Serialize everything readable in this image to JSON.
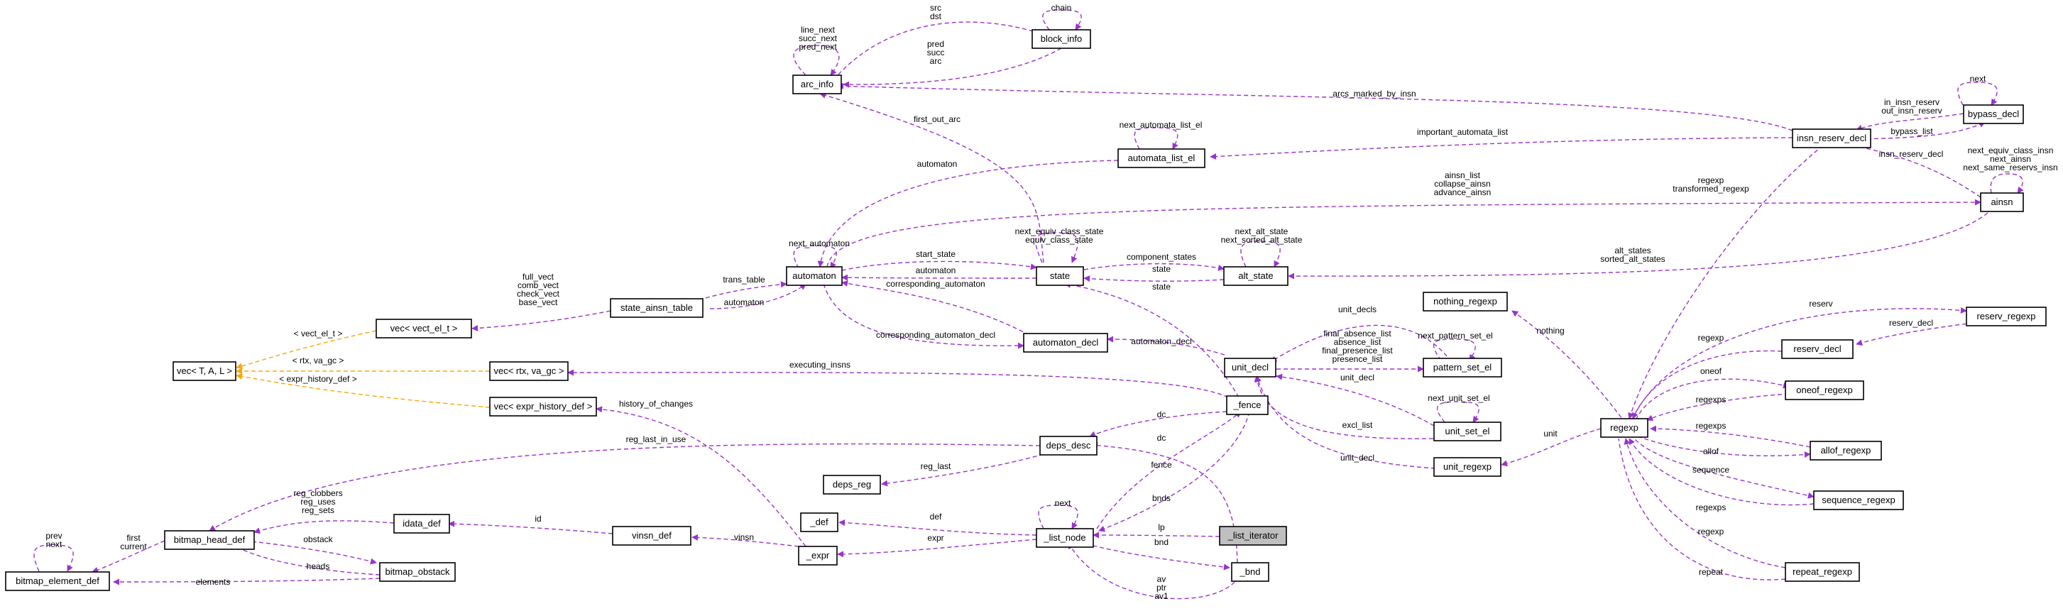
{
  "nodes": {
    "arc_info": "arc_info",
    "block_info": "block_info",
    "bypass_decl": "bypass_decl",
    "insn_reserv_decl": "insn_reserv_decl",
    "automata_list_el": "automata_list_el",
    "ainsn": "ainsn",
    "automaton": "automaton",
    "state": "state",
    "alt_state": "alt_state",
    "state_ainsn_table": "state_ainsn_table",
    "vec_vect": "vec< vect_el_t >",
    "vec_tal": "vec< T, A, L >",
    "vec_rtx": "vec< rtx, va_gc >",
    "vec_expr": "vec< expr_history_def >",
    "automaton_decl": "automaton_decl",
    "unit_decl": "unit_decl",
    "nothing_regexp": "nothing_regexp",
    "pattern_set_el": "pattern_set_el",
    "reserv_regexp": "reserv_regexp",
    "reserv_decl": "reserv_decl",
    "oneof_regexp": "oneof_regexp",
    "regexp": "regexp",
    "fence": "_fence",
    "unit_set_el": "unit_set_el",
    "allof_regexp": "allof_regexp",
    "deps_desc": "deps_desc",
    "unit_regexp": "unit_regexp",
    "deps_reg": "deps_reg",
    "sequence_regexp": "sequence_regexp",
    "bitmap_head_def": "bitmap_head_def",
    "idata_def": "idata_def",
    "list_node": "_list_node",
    "list_iterator": "_list_iterator",
    "def": "_def",
    "vinsn_def": "vinsn_def",
    "expr": "_expr",
    "bitmap_obstack": "bitmap_obstack",
    "bitmap_element_def": "bitmap_element_def",
    "bnd": "_bnd",
    "repeat_regexp": "repeat_regexp"
  },
  "edge_labels": {
    "arc_self": [
      "line_next",
      "succ_next",
      "pred_next"
    ],
    "block_to_arc": [
      "src",
      "dst"
    ],
    "chain": [
      "chain"
    ],
    "arc_to_block": [
      "pred",
      "succ",
      "arc"
    ],
    "bypass_self": [
      "next"
    ],
    "bypass_to_insn": [
      "in_insn_reserv",
      "out_insn_reserv"
    ],
    "arcs_marked": [
      "arcs_marked_by_insn"
    ],
    "bypass_list": [
      "bypass_list"
    ],
    "next_automata": [
      "next_automata_list_el"
    ],
    "important_automata": [
      "important_automata_list"
    ],
    "first_out_arc": [
      "first_out_arc"
    ],
    "insn_reserv_decl": [
      "insn_reserv_decl"
    ],
    "ainsn_self": [
      "next_equiv_class_insn",
      "next_ainsn",
      "next_same_reservs_insn"
    ],
    "automaton_from_list": [
      "automaton"
    ],
    "regexp_from_insn": [
      "regexp",
      "transformed_regexp"
    ],
    "ainsn_from_automaton": [
      "ainsn_list",
      "collapse_ainsn",
      "advance_ainsn"
    ],
    "next_automaton": [
      "next_automaton"
    ],
    "state_self": [
      "next_equiv_class_state",
      "equiv_class_state"
    ],
    "alt_self": [
      "next_alt_state",
      "next_sorted_alt_state"
    ],
    "start_state": [
      "start_state"
    ],
    "component_states": [
      "component_states"
    ],
    "alt_states": [
      "alt_states",
      "sorted_alt_states"
    ],
    "vect_fields": [
      "full_vect",
      "comb_vect",
      "check_vect",
      "base_vect"
    ],
    "trans_table": [
      "trans_table"
    ],
    "automaton_back": [
      "automaton"
    ],
    "state_from_alt": [
      "state"
    ],
    "automaton_from_state": [
      "automaton"
    ],
    "automaton_from_sat": [
      "automaton"
    ],
    "corresponding_automaton": [
      "corresponding_automaton"
    ],
    "state_from_fence": [
      "state"
    ],
    "vect_tmpl": [
      "< vect_el_t >"
    ],
    "unit_decls": [
      "unit_decls"
    ],
    "nothing": [
      "nothing"
    ],
    "reserv": [
      "reserv"
    ],
    "reserv_decl": [
      "reserv_decl"
    ],
    "next_pattern": [
      "next_pattern_set_el"
    ],
    "pattern_lists": [
      "final_absence_list",
      "absence_list",
      "final_presence_list",
      "presence_list"
    ],
    "corresponding_automaton_decl": [
      "corresponding_automaton_decl"
    ],
    "automaton_decl": [
      "automaton_decl"
    ],
    "regexp_label": [
      "regexp"
    ],
    "rtx_tmpl": [
      "< rtx, va_gc >"
    ],
    "executing_insns": [
      "executing_insns"
    ],
    "expr_tmpl": [
      "< expr_history_def >"
    ],
    "unit_decl_from_set": [
      "unit_decl"
    ],
    "oneof": [
      "oneof"
    ],
    "regexps_oneof": [
      "regexps"
    ],
    "next_unit_set": [
      "next_unit_set_el"
    ],
    "history_of_changes": [
      "history_of_changes"
    ],
    "dc_fence": [
      "dc"
    ],
    "excl_list": [
      "excl_list"
    ],
    "regexps_allof": [
      "regexps"
    ],
    "unit": [
      "unit"
    ],
    "allof": [
      "allof"
    ],
    "reg_last_in_use": [
      "reg_last_in_use"
    ],
    "dc_bnd": [
      "dc"
    ],
    "unit_decl_from_regexp": [
      "unit_decl"
    ],
    "sequence": [
      "sequence"
    ],
    "reg_last": [
      "reg_last"
    ],
    "fence_label": [
      "fence"
    ],
    "regexps_seq": [
      "regexps"
    ],
    "bitmap_regs": [
      "reg_clobbers",
      "reg_uses",
      "reg_sets"
    ],
    "elem_self": [
      "prev",
      "next"
    ],
    "next_list": [
      "next"
    ],
    "bnds": [
      "bnds"
    ],
    "first_current": [
      "first",
      "current"
    ],
    "id": [
      "id"
    ],
    "obstack": [
      "obstack"
    ],
    "regexp_repeat": [
      "regexp"
    ],
    "lp": [
      "lp"
    ],
    "def": [
      "def"
    ],
    "heads": [
      "heads"
    ],
    "bnd": [
      "bnd"
    ],
    "vinsn": [
      "vinsn"
    ],
    "expr_label": [
      "expr"
    ],
    "elements": [
      "elements"
    ],
    "repeat": [
      "repeat"
    ],
    "av_ptr": [
      "av",
      "ptr",
      "av1"
    ]
  }
}
